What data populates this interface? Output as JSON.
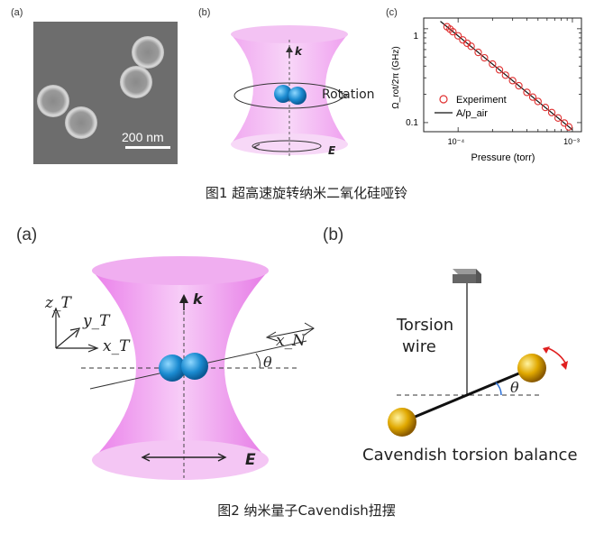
{
  "figure1": {
    "panel_a": {
      "label": "(a)",
      "scale_bar_text": "200 nm"
    },
    "panel_b": {
      "label": "(b)",
      "k_label": "k",
      "rotation_label": "Rotation",
      "e_label": "E"
    },
    "panel_c": {
      "label": "(c)",
      "ylabel": "Ω_rot/2π (GHz)",
      "xlabel": "Pressure (torr)",
      "legend_experiment": "Experiment",
      "legend_fit": "A/p_air",
      "yticks": [
        "1",
        "0.1"
      ],
      "xticks": [
        "10⁻⁴",
        "10⁻³"
      ]
    },
    "caption": "图1 超高速旋转纳米二氧化硅哑铃"
  },
  "figure2": {
    "panel_a": {
      "label": "(a)",
      "k_label": "k",
      "zt_label": "z_T",
      "yt_label": "y_T",
      "xt_label": "x_T",
      "xn_label": "x_N",
      "theta_label": "θ",
      "e_label": "E"
    },
    "panel_b": {
      "label": "(b)",
      "torsion_label_line1": "Torsion",
      "torsion_label_line2": "wire",
      "theta_label": "θ",
      "balance_label": "Cavendish torsion balance"
    },
    "caption": "图2 纳米量子Cavendish扭摆"
  },
  "chart_data": {
    "type": "scatter",
    "title": "",
    "xlabel": "Pressure (torr)",
    "ylabel": "Ω_rot/2π (GHz)",
    "x_scale": "log",
    "y_scale": "log",
    "xlim": [
      5e-05,
      0.0012
    ],
    "ylim": [
      0.08,
      1.3
    ],
    "legend": "bottom-left",
    "series": [
      {
        "name": "Experiment",
        "x": [
          8e-05,
          8.5e-05,
          9e-05,
          0.0001,
          0.00011,
          0.00012,
          0.00013,
          0.00015,
          0.00017,
          0.0002,
          0.00023,
          0.00026,
          0.0003,
          0.00034,
          0.0004,
          0.00045,
          0.0005,
          0.00058,
          0.00066,
          0.00075,
          0.00085,
          0.00093
        ],
        "y": [
          1.05,
          0.99,
          0.93,
          0.84,
          0.76,
          0.7,
          0.65,
          0.56,
          0.49,
          0.42,
          0.365,
          0.32,
          0.28,
          0.247,
          0.21,
          0.187,
          0.168,
          0.145,
          0.128,
          0.112,
          0.099,
          0.09
        ]
      },
      {
        "name": "A/p_air",
        "x": [
          7e-05,
          0.001
        ],
        "y": [
          1.2,
          0.084
        ]
      }
    ]
  }
}
